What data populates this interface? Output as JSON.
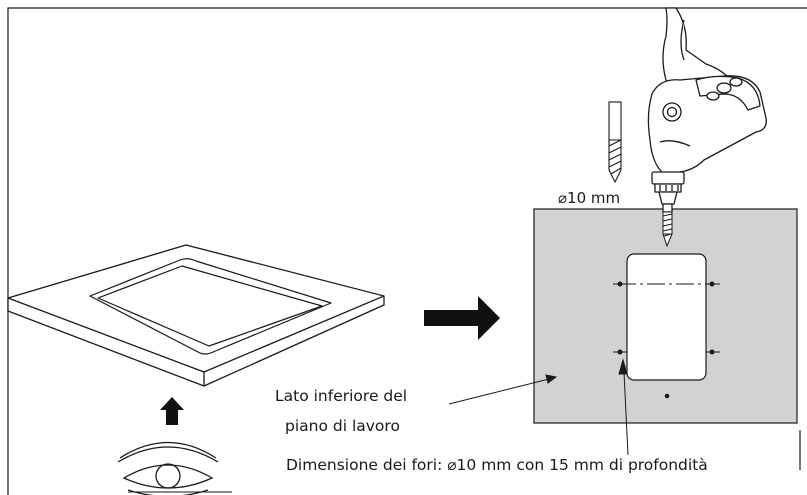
{
  "labels": {
    "drill_bit_size": "⌀10 mm",
    "underside_line1": "Lato inferiore del",
    "underside_line2": "piano di lavoro",
    "hole_dimensions": "Dimensione dei fori: ⌀10 mm con 15 mm di profondità"
  },
  "colors": {
    "line": "#1a1a1a",
    "panel_fill": "#d2d2d2",
    "cutout_fill": "#ffffff",
    "background": "#ffffff"
  },
  "icons": {
    "eye": "eye-icon",
    "up_arrow": "arrow-up-icon",
    "right_arrow": "arrow-right-icon",
    "drill": "drill-icon",
    "drill_bit": "drill-bit-icon"
  }
}
